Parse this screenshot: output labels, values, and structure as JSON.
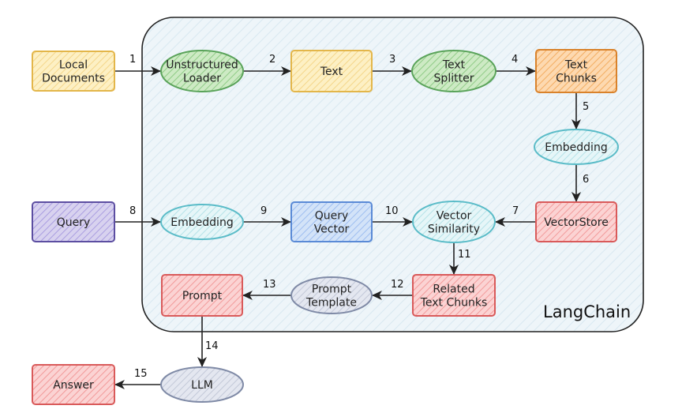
{
  "container": {
    "label": "LangChain"
  },
  "colors": {
    "yellow": {
      "fill": "#fdf0c4",
      "stroke": "#e3b64a"
    },
    "green": {
      "fill": "#cdeac4",
      "stroke": "#5aa35a"
    },
    "orange": {
      "fill": "#fdd9b0",
      "stroke": "#d9822b"
    },
    "teal": {
      "fill": "#dbf1f4",
      "stroke": "#5bbcc8"
    },
    "red": {
      "fill": "#fbd3d3",
      "stroke": "#d95a5a"
    },
    "purple": {
      "fill": "#d8d2ef",
      "stroke": "#5c4ea1"
    },
    "blue": {
      "fill": "#d3e3f8",
      "stroke": "#5a8ad6"
    },
    "grey": {
      "fill": "#e4e7f0",
      "stroke": "#7f8aa6"
    },
    "container": {
      "fill": "#eaf3f8",
      "stroke": "#222222"
    }
  },
  "nodes": {
    "local_documents": {
      "lines": [
        "Local",
        "Documents"
      ],
      "color": "yellow",
      "shape": "rect"
    },
    "unstructured_loader": {
      "lines": [
        "Unstructured",
        "Loader"
      ],
      "color": "green",
      "shape": "ellipse"
    },
    "text": {
      "lines": [
        "Text"
      ],
      "color": "yellow",
      "shape": "rect"
    },
    "text_splitter": {
      "lines": [
        "Text",
        "Splitter"
      ],
      "color": "green",
      "shape": "ellipse"
    },
    "text_chunks": {
      "lines": [
        "Text",
        "Chunks"
      ],
      "color": "orange",
      "shape": "rect"
    },
    "embedding_doc": {
      "lines": [
        "Embedding"
      ],
      "color": "teal",
      "shape": "ellipse"
    },
    "vectorstore": {
      "lines": [
        "VectorStore"
      ],
      "color": "red",
      "shape": "rect"
    },
    "query": {
      "lines": [
        "Query"
      ],
      "color": "purple",
      "shape": "rect"
    },
    "embedding_query": {
      "lines": [
        "Embedding"
      ],
      "color": "teal",
      "shape": "ellipse"
    },
    "query_vector": {
      "lines": [
        "Query",
        "Vector"
      ],
      "color": "blue",
      "shape": "rect"
    },
    "vector_similarity": {
      "lines": [
        "Vector",
        "Similarity"
      ],
      "color": "teal",
      "shape": "ellipse"
    },
    "related_text_chunks": {
      "lines": [
        "Related",
        "Text Chunks"
      ],
      "color": "red",
      "shape": "rect"
    },
    "prompt_template": {
      "lines": [
        "Prompt",
        "Template"
      ],
      "color": "grey",
      "shape": "ellipse"
    },
    "prompt": {
      "lines": [
        "Prompt"
      ],
      "color": "red",
      "shape": "rect"
    },
    "llm": {
      "lines": [
        "LLM"
      ],
      "color": "grey",
      "shape": "ellipse"
    },
    "answer": {
      "lines": [
        "Answer"
      ],
      "color": "red",
      "shape": "rect"
    }
  },
  "edges": [
    {
      "from": "local_documents",
      "to": "unstructured_loader",
      "label": "1"
    },
    {
      "from": "unstructured_loader",
      "to": "text",
      "label": "2"
    },
    {
      "from": "text",
      "to": "text_splitter",
      "label": "3"
    },
    {
      "from": "text_splitter",
      "to": "text_chunks",
      "label": "4"
    },
    {
      "from": "text_chunks",
      "to": "embedding_doc",
      "label": "5"
    },
    {
      "from": "embedding_doc",
      "to": "vectorstore",
      "label": "6"
    },
    {
      "from": "vectorstore",
      "to": "vector_similarity",
      "label": "7"
    },
    {
      "from": "query",
      "to": "embedding_query",
      "label": "8"
    },
    {
      "from": "embedding_query",
      "to": "query_vector",
      "label": "9"
    },
    {
      "from": "query_vector",
      "to": "vector_similarity",
      "label": "10"
    },
    {
      "from": "vector_similarity",
      "to": "related_text_chunks",
      "label": "11"
    },
    {
      "from": "related_text_chunks",
      "to": "prompt_template",
      "label": "12"
    },
    {
      "from": "prompt_template",
      "to": "prompt",
      "label": "13"
    },
    {
      "from": "prompt",
      "to": "llm",
      "label": "14"
    },
    {
      "from": "llm",
      "to": "answer",
      "label": "15"
    }
  ]
}
